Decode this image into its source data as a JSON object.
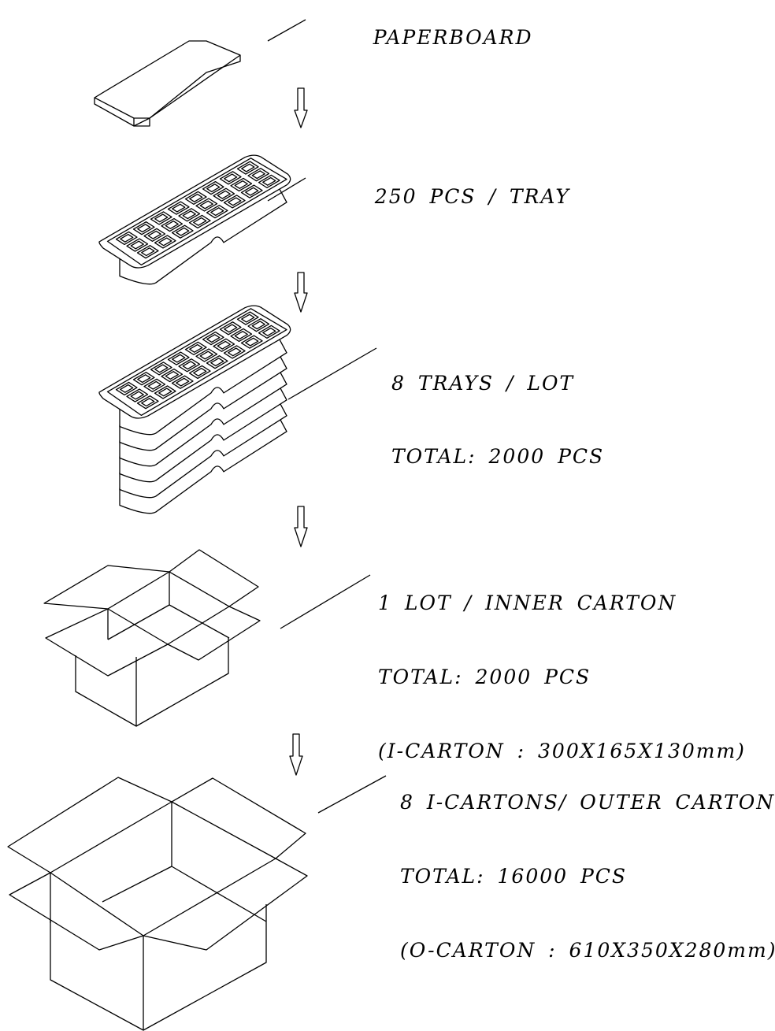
{
  "steps": [
    {
      "lines": [
        "PAPERBOARD"
      ]
    },
    {
      "lines": [
        "250 PCS / TRAY"
      ]
    },
    {
      "lines": [
        "8 TRAYS / LOT",
        "TOTAL: 2000 PCS"
      ]
    },
    {
      "lines": [
        "1 LOT / INNER CARTON",
        "TOTAL: 2000 PCS",
        "(I-CARTON : 300X165X130mm)"
      ]
    },
    {
      "lines": [
        "8 I-CARTONS/ OUTER CARTON",
        "TOTAL: 16000 PCS",
        "(O-CARTON : 610X350X280mm)"
      ]
    }
  ]
}
